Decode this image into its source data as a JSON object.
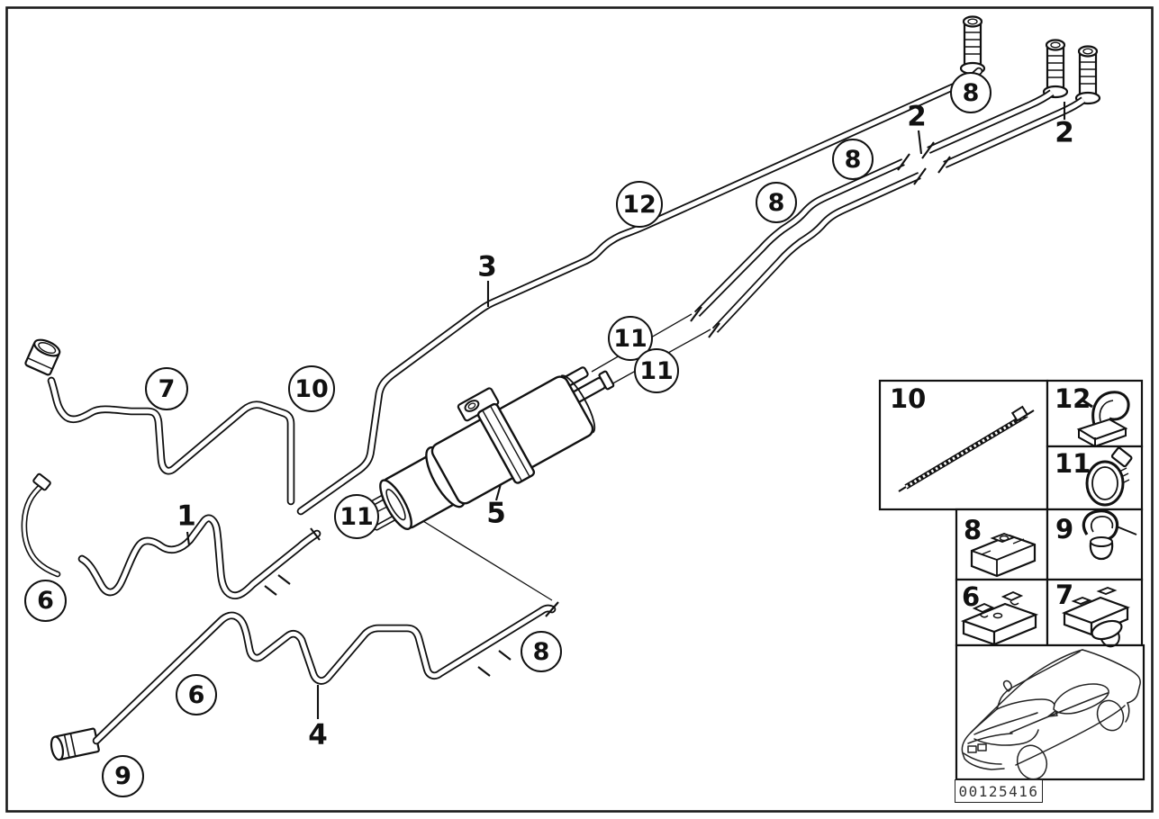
{
  "diagram": {
    "description": "Fuel pipes, fuel filter and mounting parts — exploded line diagram",
    "image_code": "00125416",
    "ink_color": "#111111",
    "background_color": "#ffffff",
    "callouts": [
      {
        "ref": "12"
      },
      {
        "ref": "8"
      },
      {
        "ref": "8"
      },
      {
        "ref": "8"
      },
      {
        "ref": "7"
      },
      {
        "ref": "10"
      },
      {
        "ref": "11"
      },
      {
        "ref": "11"
      },
      {
        "ref": "11"
      },
      {
        "ref": "6"
      },
      {
        "ref": "6"
      },
      {
        "ref": "9"
      },
      {
        "ref": "8"
      }
    ],
    "part_labels": [
      {
        "ref": "2"
      },
      {
        "ref": "2"
      },
      {
        "ref": "3"
      },
      {
        "ref": "1"
      },
      {
        "ref": "5"
      },
      {
        "ref": "4"
      }
    ],
    "legend": {
      "cells": [
        {
          "ref": "10",
          "icon": "cable-strap-icon"
        },
        {
          "ref": "12",
          "icon": "pipe-clip-icon"
        },
        {
          "ref": "11",
          "icon": "hose-clamp-icon"
        },
        {
          "ref": "8",
          "icon": "line-holder-icon"
        },
        {
          "ref": "9",
          "icon": "clip-icon"
        },
        {
          "ref": "6",
          "icon": "double-line-holder-icon"
        },
        {
          "ref": "7",
          "icon": "grommet-holder-icon"
        }
      ]
    }
  }
}
